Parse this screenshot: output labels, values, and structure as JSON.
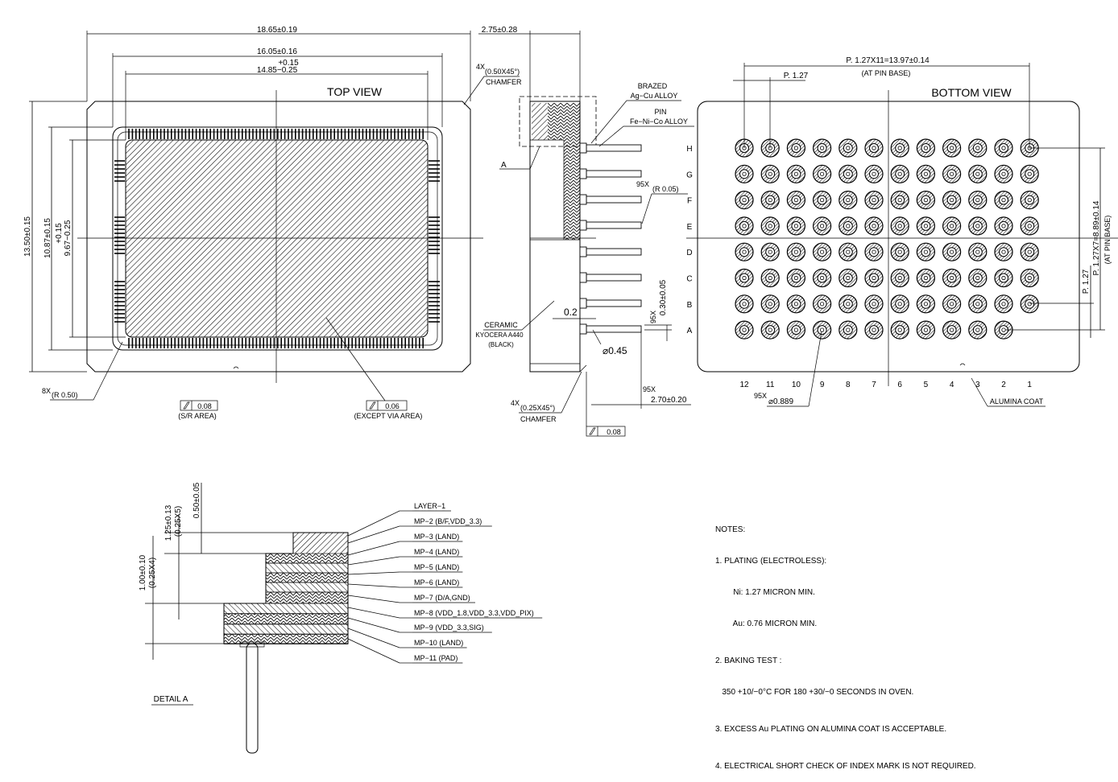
{
  "top_view": {
    "title": "TOP VIEW",
    "dim_width_outer": "18.65±0.19",
    "dim_width_mid": "16.05±0.16",
    "dim_width_inner_tol": "+0.15",
    "dim_width_inner": "14.85−0.25",
    "dim_height_outer": "13.50±0.15",
    "dim_height_mid": "10.87±0.15",
    "dim_height_inner_tol": "+0.15",
    "dim_height_inner": "9.67−0.25",
    "chamfer_qty": "4X",
    "chamfer_value": "(0.50X45°)",
    "chamfer_label": "CHAMFER",
    "radius_qty": "8X",
    "radius_value": "(R 0.50)",
    "flatness_left": "0.08",
    "flatness_left_label": "(S/R AREA)",
    "flatness_right": "0.06",
    "flatness_right_label": "(EXCEPT VIA AREA)"
  },
  "side_view": {
    "dim_thickness": "2.75±0.28",
    "brazed": "BRAZED",
    "brazed_alloy": "Ag−Cu ALLOY",
    "pin": "PIN",
    "pin_alloy": "Fe−Ni−Co ALLOY",
    "detail_ref": "A",
    "pin_radius_qty": "95X",
    "pin_radius": "(R 0.05)",
    "ceramic": "CERAMIC",
    "ceramic_material": "KYOCERA A440",
    "ceramic_color": "(BLACK)",
    "dim_02": "0.2",
    "dim_diam": "⌀0.45",
    "pin_thick_qty": "95X",
    "pin_thick": "0.30±0.05",
    "pin_len_qty": "95X",
    "pin_len": "2.70±0.20",
    "chamfer_qty": "4X",
    "chamfer_value": "(0.25X45°)",
    "chamfer_label": "CHAMFER",
    "flatness": "0.08"
  },
  "bottom_view": {
    "title": "BOTTOM VIEW",
    "pitch_total": "P. 1.27X11=13.97±0.14",
    "pitch_total_note": "(AT PIN BASE)",
    "pitch": "P. 1.27",
    "pitch_vert_total": "P. 1.27X7=8.89±0.14",
    "pitch_vert_note": "(AT PIN BASE)",
    "pitch_vert": "P. 1.27",
    "rows": [
      "H",
      "G",
      "F",
      "E",
      "D",
      "C",
      "B",
      "A"
    ],
    "cols": [
      "12",
      "11",
      "10",
      "9",
      "8",
      "7",
      "6",
      "5",
      "4",
      "3",
      "2",
      "1"
    ],
    "pin_qty": "95X",
    "pin_diam": "⌀0.889",
    "coat": "ALUMINA COAT"
  },
  "detail": {
    "title": "DETAIL A",
    "dim_top": "0.50±0.05",
    "dim_mid": "1.25±0.13",
    "dim_mid_ref": "(0.25X5)",
    "dim_bot": "1.00±0.10",
    "dim_bot_ref": "(0.25X4)",
    "layers": [
      "LAYER−1",
      "MP−2  (B/F,VDD_3.3)",
      "MP−3  (LAND)",
      "MP−4  (LAND)",
      "MP−5  (LAND)",
      "MP−6  (LAND)",
      "MP−7  (D/A,GND)",
      "MP−8  (VDD_1.8,VDD_3.3,VDD_PIX)",
      "MP−9  (VDD_3.3,SIG)",
      "MP−10  (LAND)",
      "MP−11  (PAD)"
    ]
  },
  "notes": {
    "heading": "NOTES:",
    "n1": "1. PLATING (ELECTROLESS):",
    "n1a": "        Ni: 1.27 MICRON MIN.",
    "n1b": "        Au: 0.76 MICRON MIN.",
    "n2": "2. BAKING TEST :",
    "n2a": "   350 +10/−0°C FOR 180 +30/−0 SECONDS IN OVEN.",
    "n3": "3. EXCESS Au PLATING ON ALUMINA COAT IS ACCEPTABLE.",
    "n4": "4. ELECTRICAL SHORT CHECK OF INDEX MARK IS NOT REQUIRED."
  }
}
